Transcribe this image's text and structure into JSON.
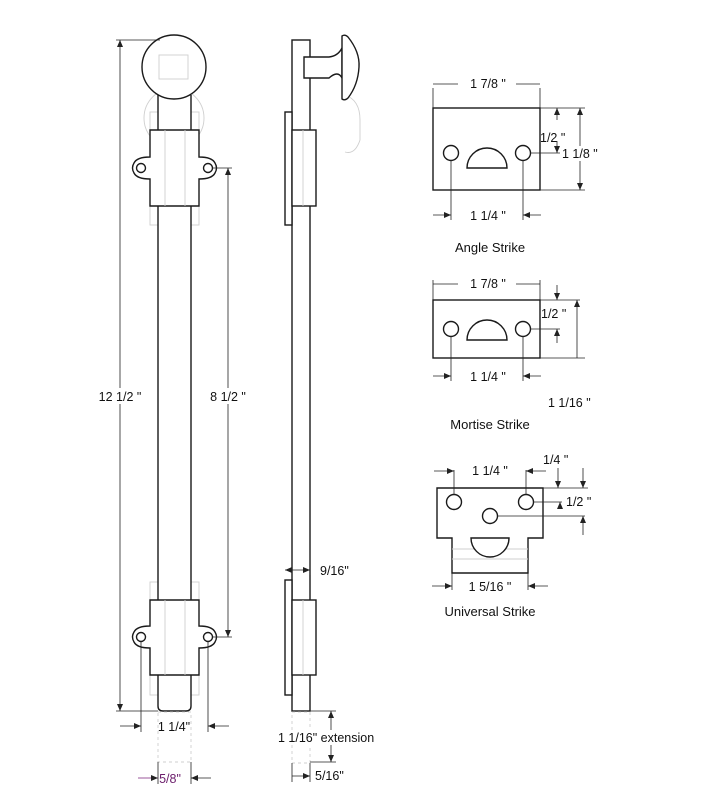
{
  "bolt_front_view": {
    "overall_length": "12 1/2 \"",
    "bracket_hole_spacing": "8 1/2 \"",
    "bracket_width": "1 1/4\"",
    "bolt_diameter": "5/8\""
  },
  "bolt_side_view": {
    "bolt_offset": "9/16\"",
    "extension": "1 1/16\" extension",
    "bolt_thickness": "5/16\""
  },
  "angle_strike": {
    "title": "Angle Strike",
    "width": "1 7/8 \"",
    "hole_offset": "1/2 \"",
    "height": "1 1/8 \"",
    "hole_spacing": "1 1/4 \""
  },
  "mortise_strike": {
    "title": "Mortise Strike",
    "width": "1 7/8 \"",
    "hole_offset": "1/2 \"",
    "hole_spacing": "1 1/4 \"",
    "depth": "1  1/16 \""
  },
  "universal_strike": {
    "title": "Universal Strike",
    "hole_spacing": "1 1/4 \"",
    "hole_offset_top": "1/4 \"",
    "hole_offset": "1/2 \"",
    "width": "1  5/16 \""
  }
}
